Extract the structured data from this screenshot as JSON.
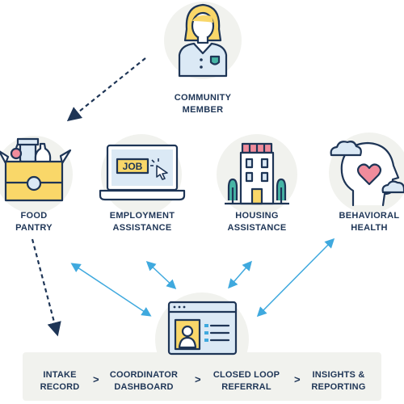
{
  "person": {
    "label": "COMMUNITY\nMEMBER",
    "icon": "person-icon"
  },
  "services": [
    {
      "label": "FOOD\nPANTRY",
      "icon": "grocery-box-icon"
    },
    {
      "label": "EMPLOYMENT\nASSISTANCE",
      "icon": "laptop-job-icon",
      "screen_text": "JOB"
    },
    {
      "label": "HOUSING\nASSISTANCE",
      "icon": "apartment-building-icon"
    },
    {
      "label": "BEHAVIORAL\nHEALTH",
      "icon": "head-heart-icon"
    }
  ],
  "hub": {
    "icon": "record-window-icon"
  },
  "workflow": {
    "steps": [
      {
        "label": "INTAKE\nRECORD"
      },
      {
        "label": "COORDINATOR\nDASHBOARD"
      },
      {
        "label": "CLOSED LOOP\nREFERRAL"
      },
      {
        "label": "INSIGHTS &\nREPORTING"
      }
    ],
    "separator": ">"
  },
  "colors": {
    "navy": "#1e3556",
    "accent_blue": "#3fa9de",
    "yellow": "#f9d769",
    "light_blue": "#dbe9f5",
    "pink": "#f08c9c",
    "green": "#46b5a5",
    "circle_bg": "#f1f2ee"
  }
}
